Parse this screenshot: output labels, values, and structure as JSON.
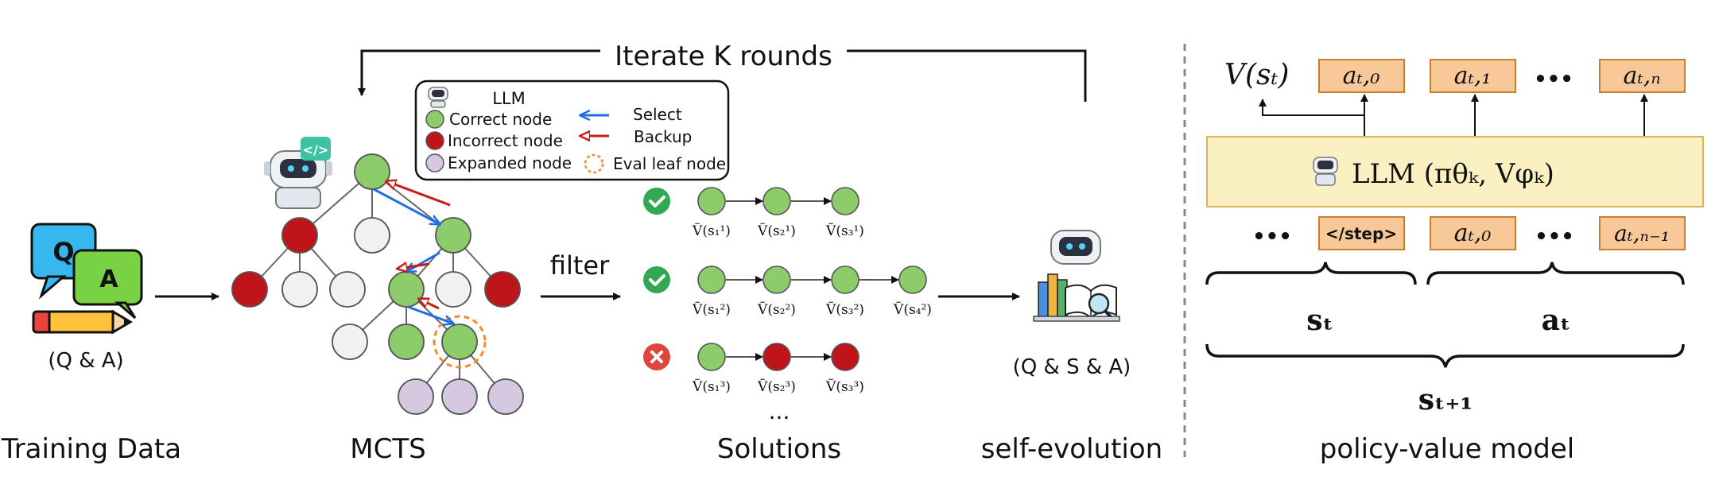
{
  "loop": {
    "label": "Iterate K rounds"
  },
  "training": {
    "q": "Q",
    "a": "A",
    "caption": "(Q & A)",
    "title": "Training Data"
  },
  "mcts": {
    "title": "MCTS"
  },
  "legend": {
    "llm": "LLM",
    "correct": "Correct node",
    "incorrect": "Incorrect node",
    "expanded": "Expanded node",
    "select": "Select",
    "backup": "Backup",
    "eval": "Eval leaf node"
  },
  "filter": {
    "label": "filter"
  },
  "solutions": {
    "title": "Solutions",
    "ellipsis": "...",
    "rows": [
      {
        "status": "correct",
        "nodes": [
          "correct",
          "correct",
          "correct"
        ],
        "labels": [
          "Ṽ(s₁¹)",
          "Ṽ(s₂¹)",
          "Ṽ(s₃¹)"
        ]
      },
      {
        "status": "correct",
        "nodes": [
          "correct",
          "correct",
          "correct",
          "correct"
        ],
        "labels": [
          "Ṽ(s₁²)",
          "Ṽ(s₂²)",
          "Ṽ(s₃²)",
          "Ṽ(s₄²)"
        ]
      },
      {
        "status": "incorrect",
        "nodes": [
          "correct",
          "incorrect",
          "incorrect"
        ],
        "labels": [
          "Ṽ(s₁³)",
          "Ṽ(s₂³)",
          "Ṽ(s₃³)"
        ]
      }
    ]
  },
  "evolution": {
    "caption": "(Q & S & A)",
    "title": "self-evolution"
  },
  "model": {
    "title": "policy-value model",
    "value_label": "V(sₜ)",
    "top_tokens": [
      "aₜ,₀",
      "aₜ,₁",
      "aₜ,ₙ"
    ],
    "llm_label": "LLM (πθₖ, Vφₖ)",
    "bottom_tokens": [
      "</step>",
      "aₜ,₀",
      "aₜ,ₙ₋₁"
    ],
    "ellipsis": "•••",
    "brace_s": "sₜ",
    "brace_a": "aₜ",
    "brace_next": "sₜ₊₁"
  },
  "colors": {
    "correct": "#8ccc6a",
    "incorrect": "#c0141b",
    "expanded": "#d7c8e2",
    "empty": "#f1f1f1",
    "token": "#f9c898",
    "llm_bar": "#faf0c2",
    "select_arrow": "#1e6fe6",
    "backup_arrow": "#c81b1b"
  }
}
